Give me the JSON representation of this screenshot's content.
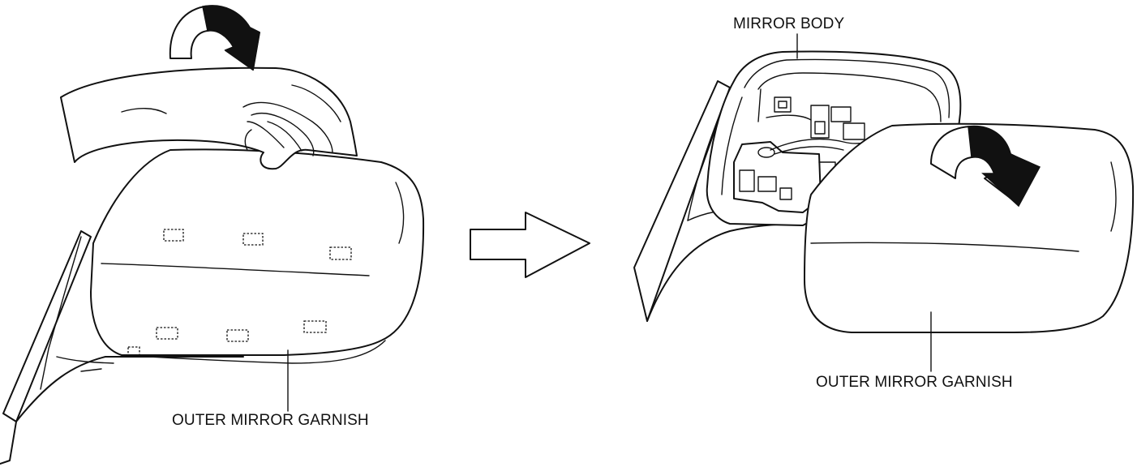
{
  "labels": {
    "left_garnish": "OUTER MIRROR GARNISH",
    "mirror_body": "MIRROR BODY",
    "right_garnish": "OUTER MIRROR GARNISH"
  },
  "icons": {
    "left_rotation": "curved-rotation-arrow-icon",
    "right_rotation": "curved-rotation-arrow-icon",
    "step": "hollow-right-arrow-icon"
  }
}
